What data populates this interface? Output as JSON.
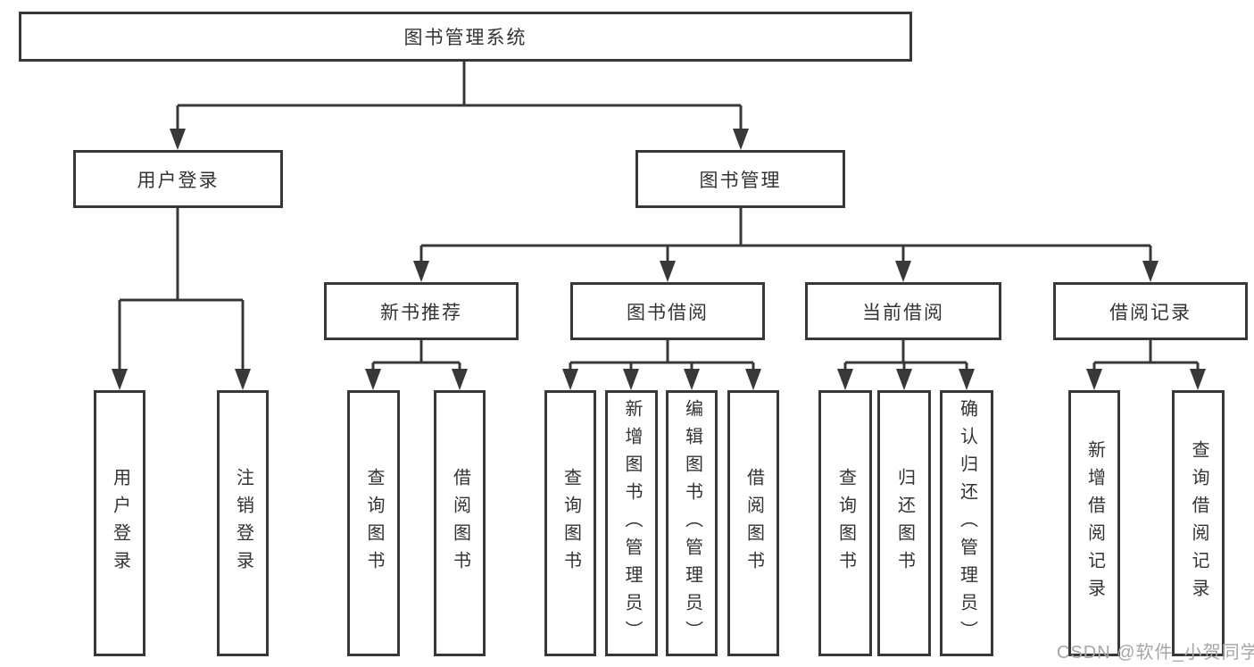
{
  "diagram": {
    "root": {
      "label": "图书管理系统"
    },
    "user": {
      "label": "用户登录",
      "children": [
        {
          "label": "用户登录"
        },
        {
          "label": "注销登录"
        }
      ]
    },
    "book": {
      "label": "图书管理",
      "sections": [
        {
          "label": "新书推荐",
          "children": [
            {
              "label": "查询图书"
            },
            {
              "label": "借阅图书"
            }
          ]
        },
        {
          "label": "图书借阅",
          "children": [
            {
              "label": "查询图书"
            },
            {
              "label": "新增图书（管理员）"
            },
            {
              "label": "编辑图书（管理员）"
            },
            {
              "label": "借阅图书"
            }
          ]
        },
        {
          "label": "当前借阅",
          "children": [
            {
              "label": "查询图书"
            },
            {
              "label": "归还图书"
            },
            {
              "label": "确认归还（管理员）"
            }
          ]
        },
        {
          "label": "借阅记录",
          "children": [
            {
              "label": "新增借阅记录"
            },
            {
              "label": "查询借阅记录"
            }
          ]
        }
      ]
    }
  },
  "watermark": {
    "text": "CSDN @软件_小贺同学"
  },
  "colors": {
    "line": "#383838",
    "text": "#333333",
    "watermark": "#a6a6a6",
    "background": "#ffffff"
  }
}
